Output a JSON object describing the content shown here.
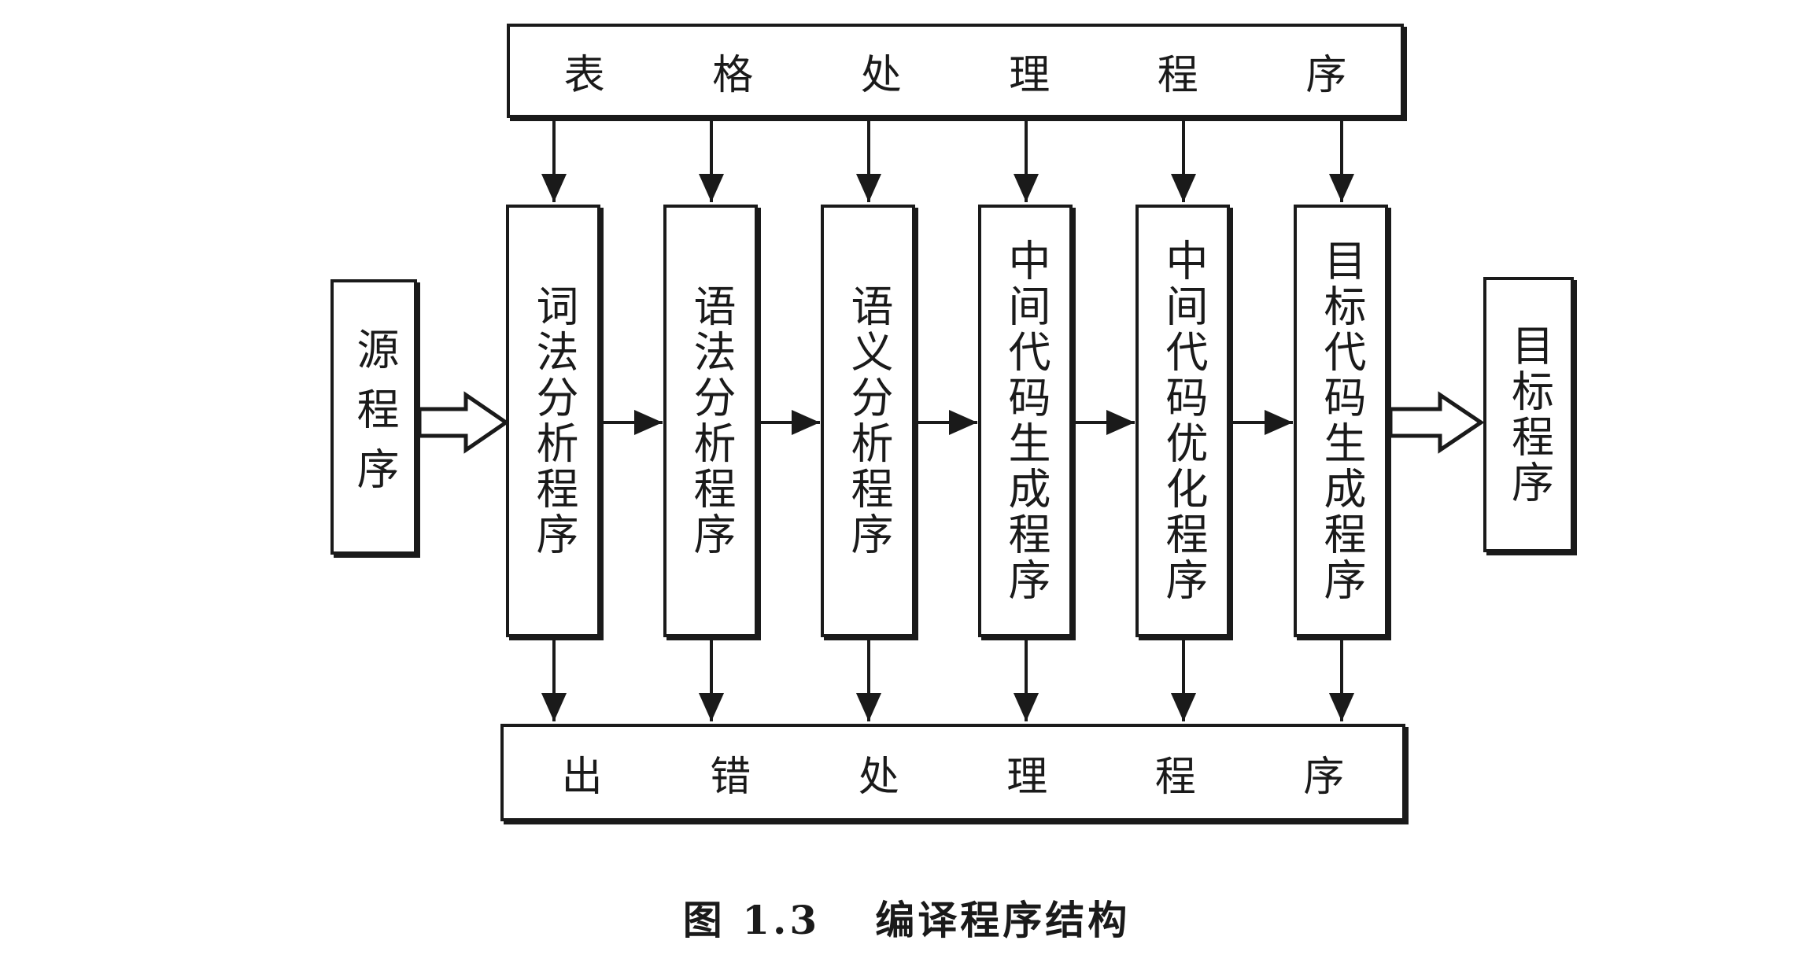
{
  "top_box": "表 格 处 理 程 序",
  "bottom_box": "出 错 处 理 程 序",
  "source": "源程序",
  "target": "目标程序",
  "stages": [
    "词法分析程序",
    "语法分析程序",
    "语义分析程序",
    "中间代码生成程序",
    "中间代码优化程序",
    "目标代码生成程序"
  ],
  "caption": {
    "number": "图 1.3",
    "title": "编译程序结构"
  }
}
